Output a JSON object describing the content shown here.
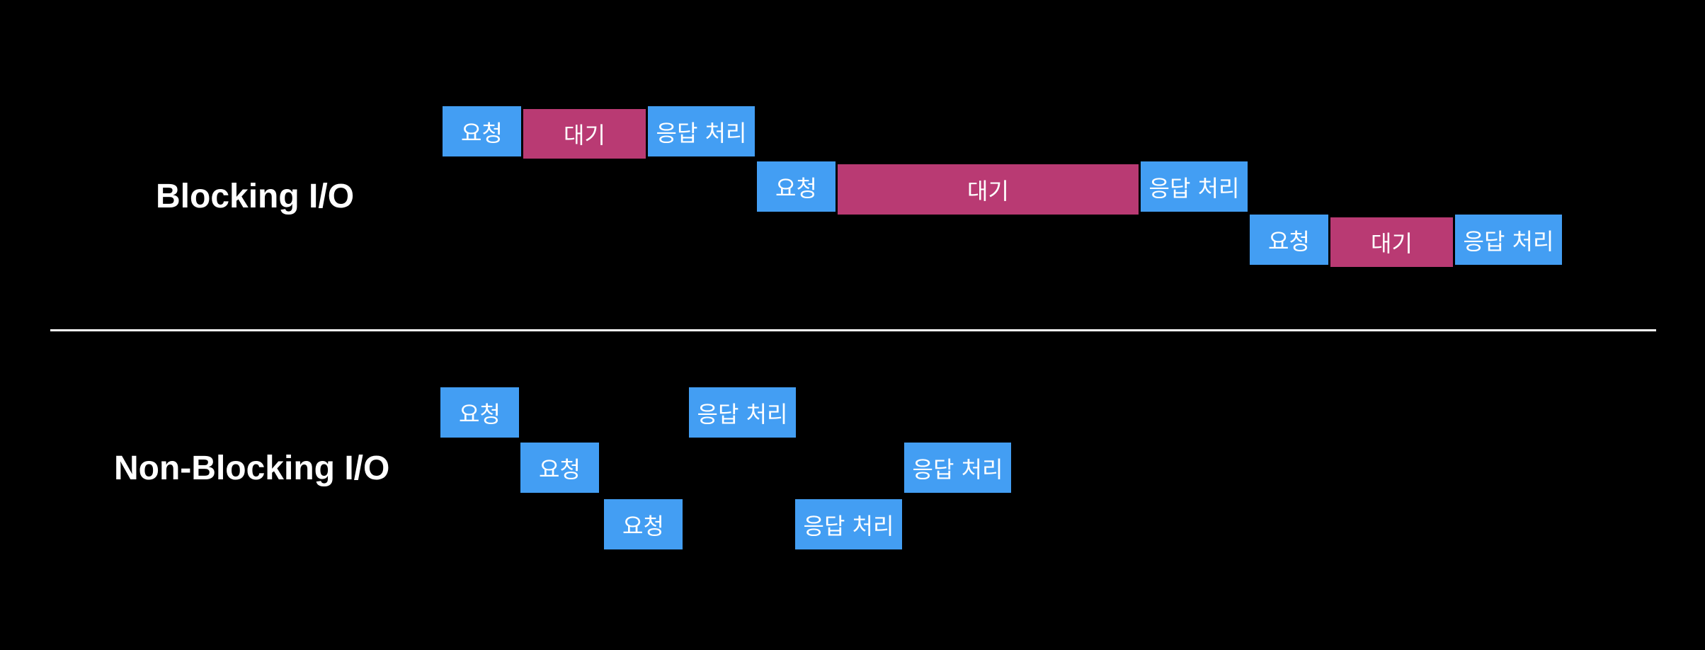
{
  "labels": {
    "blocking": "Blocking I/O",
    "non_blocking": "Non-Blocking I/O"
  },
  "colors": {
    "background": "#000000",
    "request_block": "#439ef3",
    "wait_block": "#b93a73",
    "divider": "#ffffff",
    "text": "#ffffff"
  },
  "blocking_rows": [
    {
      "request": "요청",
      "wait": "대기",
      "response": "응답 처리"
    },
    {
      "request": "요청",
      "wait": "대기",
      "response": "응답 처리"
    },
    {
      "request": "요청",
      "wait": "대기",
      "response": "응답 처리"
    }
  ],
  "non_blocking_rows": [
    {
      "request": "요청",
      "response": "응답 처리"
    },
    {
      "request": "요청",
      "response": "응답 처리"
    },
    {
      "request": "요청",
      "response": "응답 처리"
    }
  ]
}
